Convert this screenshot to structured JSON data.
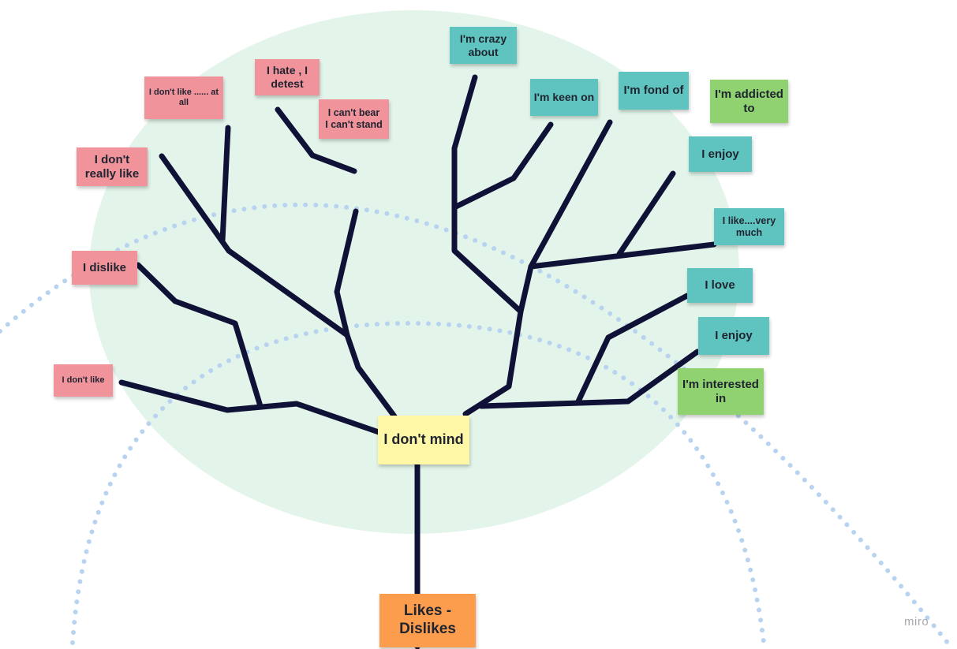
{
  "diagram": {
    "root_label": "Likes - Dislikes",
    "center_label": "I don't mind",
    "colors": {
      "branch": "#0f1236",
      "background_blob": "#e3f5ea",
      "dotted_arc": "#b7d3f0",
      "dislike_note": "#f1939b",
      "like_note": "#5fc4bf",
      "strong_like_note": "#8fd26f",
      "neutral_note": "#fdf7a6",
      "root_note": "#fb9d4d"
    },
    "dislikes": [
      {
        "id": "dont-like",
        "text": "I don't like"
      },
      {
        "id": "dislike",
        "text": "I dislike"
      },
      {
        "id": "dont-really-like",
        "text": "I don't really like"
      },
      {
        "id": "dont-like-at-all",
        "text": "I don't like ...... at all"
      },
      {
        "id": "hate-detest",
        "text": "I hate , I detest"
      },
      {
        "id": "cant-bear",
        "line1": "I can't bear",
        "line2": "I can't stand"
      }
    ],
    "likes": [
      {
        "id": "crazy-about",
        "text": "I'm crazy about"
      },
      {
        "id": "keen-on",
        "text": "I'm keen on"
      },
      {
        "id": "fond-of",
        "text": "I'm fond of"
      },
      {
        "id": "addicted-to",
        "text": "I'm addicted to"
      },
      {
        "id": "enjoy-top",
        "text": "I enjoy"
      },
      {
        "id": "like-very-much",
        "text": "I like....very much"
      },
      {
        "id": "love",
        "text": "I love"
      },
      {
        "id": "enjoy-bottom",
        "text": "I enjoy"
      },
      {
        "id": "interested-in",
        "text": "I'm interested in"
      }
    ]
  },
  "watermark": "miro"
}
